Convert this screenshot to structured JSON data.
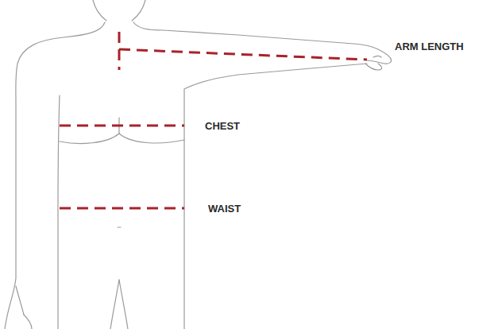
{
  "diagram": {
    "labels": [
      "ARM LENGTH",
      "CHEST",
      "WAIST"
    ]
  }
}
